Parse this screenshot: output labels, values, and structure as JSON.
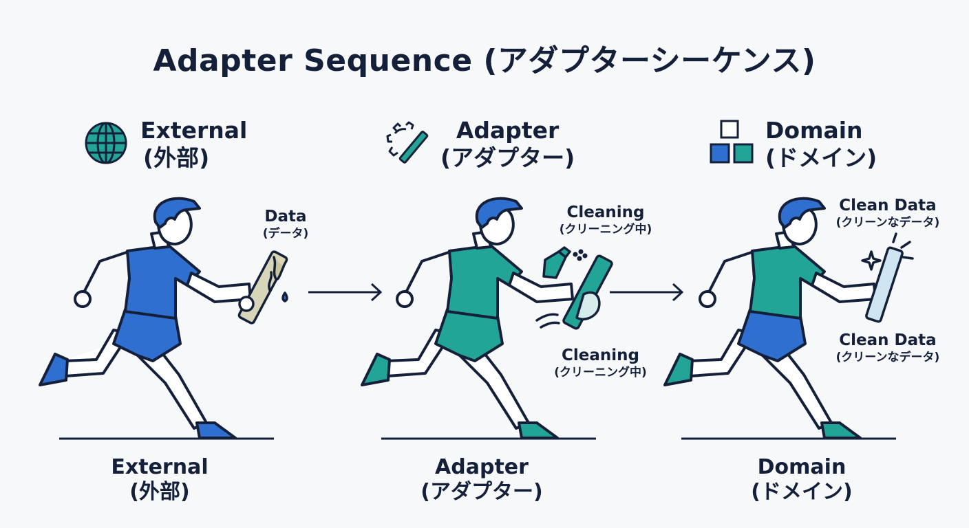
{
  "title": "Adapter Sequence (アダプターシーケンス)",
  "colors": {
    "blue": "#2f6fd0",
    "teal": "#22a596",
    "ink": "#14203a",
    "pale": "#d6ecec"
  },
  "stages": [
    {
      "name": "External",
      "jp": "(外部)",
      "icon": "globe-icon"
    },
    {
      "name": "Adapter",
      "jp": "(アダプター)",
      "icon": "gear-wrench-icon"
    },
    {
      "name": "Domain",
      "jp": "(ドメイン)",
      "icon": "blocks-icon"
    }
  ],
  "annotations": {
    "data": {
      "en": "Data",
      "jp": "(データ)"
    },
    "cleaning": {
      "en": "Cleaning",
      "jp": "(クリーニング中)"
    },
    "clean_data": {
      "en": "Clean Data",
      "jp": "(クリーンなデータ)"
    }
  }
}
